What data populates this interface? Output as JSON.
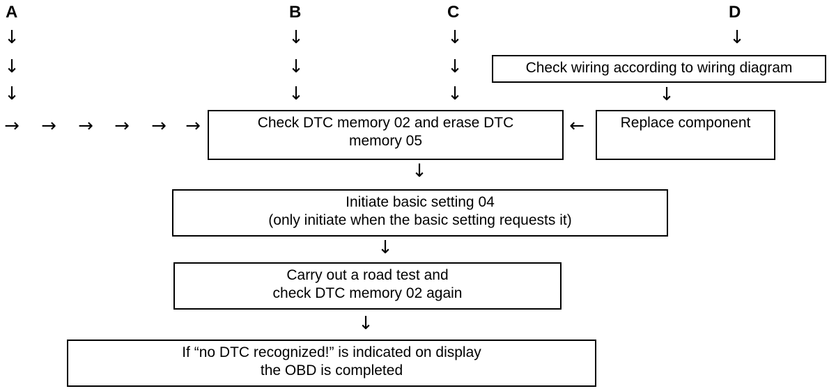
{
  "columns": [
    "A",
    "B",
    "C",
    "D"
  ],
  "arrows": {
    "down": "↓",
    "right": "→",
    "left": "←"
  },
  "boxes": {
    "check_wiring": {
      "lines": [
        "Check wiring according to wiring diagram"
      ]
    },
    "replace_component": {
      "lines": [
        "Replace component"
      ]
    },
    "check_dtc": {
      "lines": [
        "Check DTC memory 02 and erase DTC",
        "memory 05"
      ]
    },
    "basic_setting": {
      "lines": [
        "Initiate basic setting 04",
        "(only initiate when the basic setting requests it)"
      ]
    },
    "road_test": {
      "lines": [
        "Carry out a road test and",
        "check DTC memory 02 again"
      ]
    },
    "completed": {
      "lines": [
        "If “no DTC recognized!” is indicated on display",
        "the OBD is completed"
      ]
    }
  }
}
